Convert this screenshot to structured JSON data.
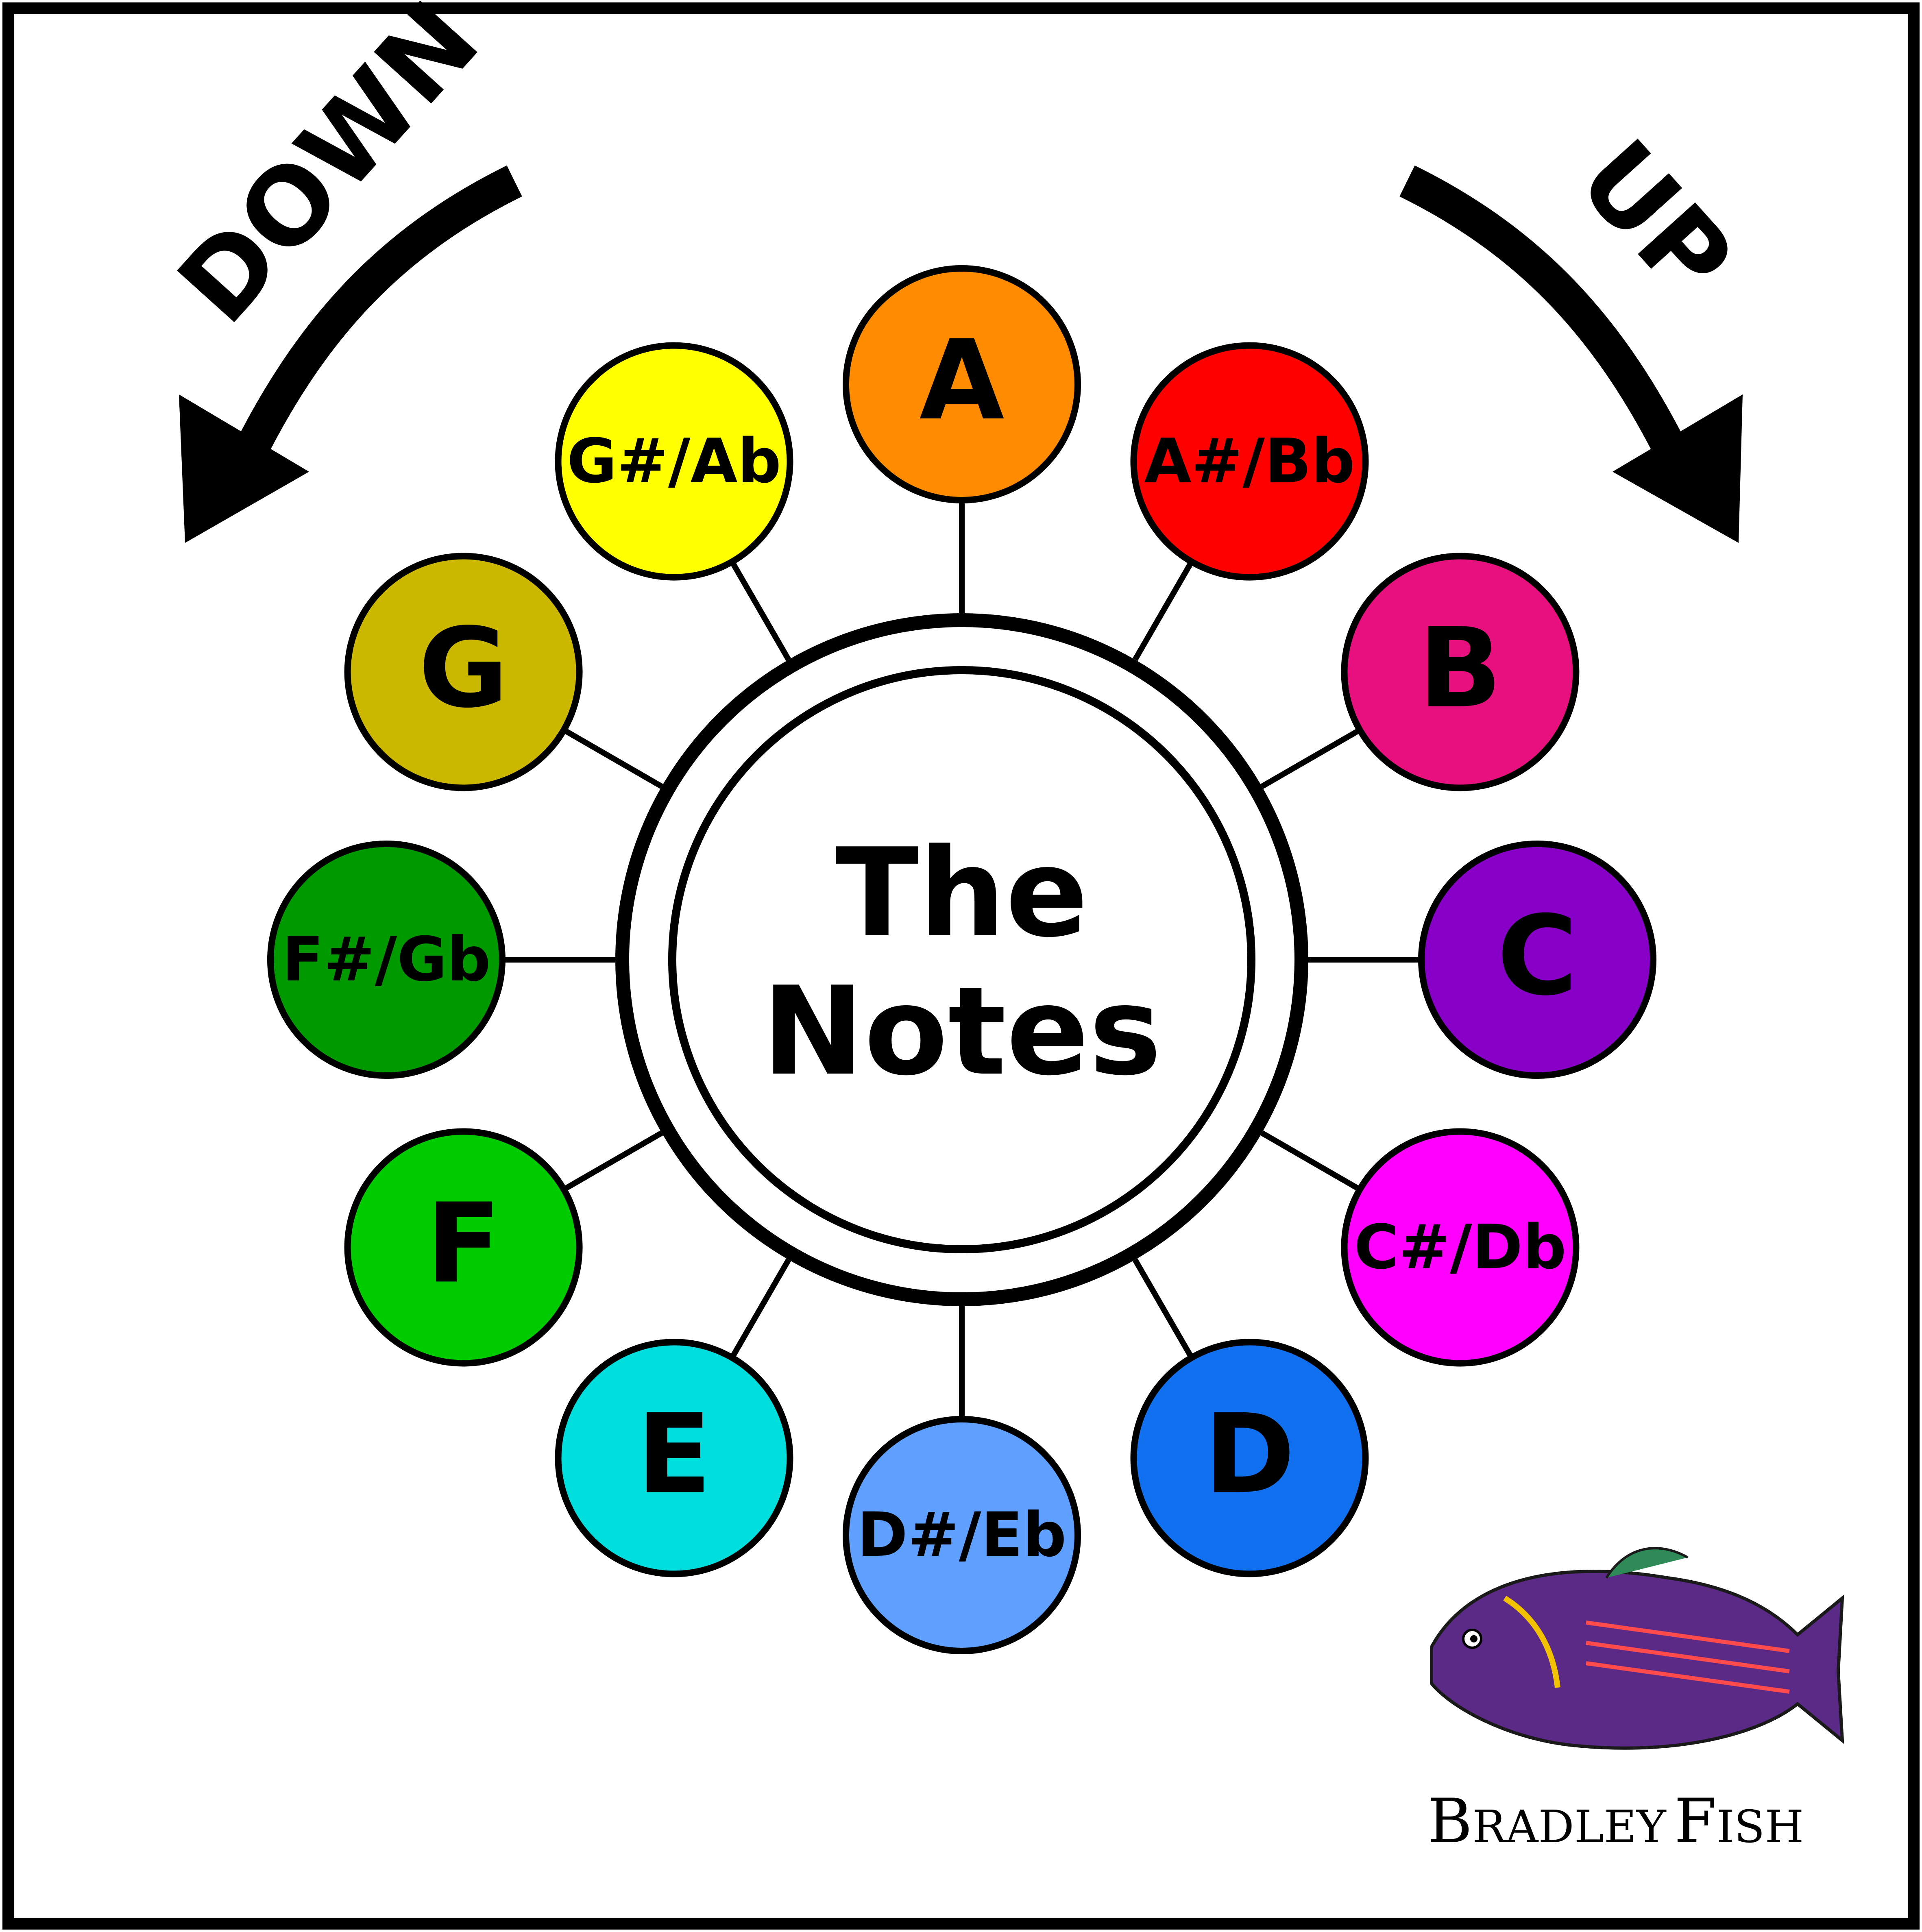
{
  "title": {
    "line1": "The",
    "line2": "Notes"
  },
  "directions": {
    "down": "DOWN",
    "up": "UP"
  },
  "brand": {
    "first_initial": "B",
    "first_rest": "RADLEY",
    "second_initial": "F",
    "second_rest": "ISH",
    "logo_icon": "fish-logo-icon"
  },
  "notes": [
    {
      "id": "a",
      "label": "A",
      "color": "#FF8C00"
    },
    {
      "id": "asbb",
      "label": "A#/Bb",
      "color": "#FF0000"
    },
    {
      "id": "b",
      "label": "B",
      "color": "#E8107E"
    },
    {
      "id": "c",
      "label": "C",
      "color": "#8800C8"
    },
    {
      "id": "csdb",
      "label": "C#/Db",
      "color": "#FF00FF"
    },
    {
      "id": "d",
      "label": "D",
      "color": "#1070F0"
    },
    {
      "id": "dseb",
      "label": "D#/Eb",
      "color": "#5FA0FF"
    },
    {
      "id": "e",
      "label": "E",
      "color": "#00DDDD"
    },
    {
      "id": "f",
      "label": "F",
      "color": "#00CC00"
    },
    {
      "id": "fsgb",
      "label": "F#/Gb",
      "color": "#009900"
    },
    {
      "id": "g",
      "label": "G",
      "color": "#CCB800"
    },
    {
      "id": "gsab",
      "label": "G#/Ab",
      "color": "#FFFF00"
    }
  ]
}
